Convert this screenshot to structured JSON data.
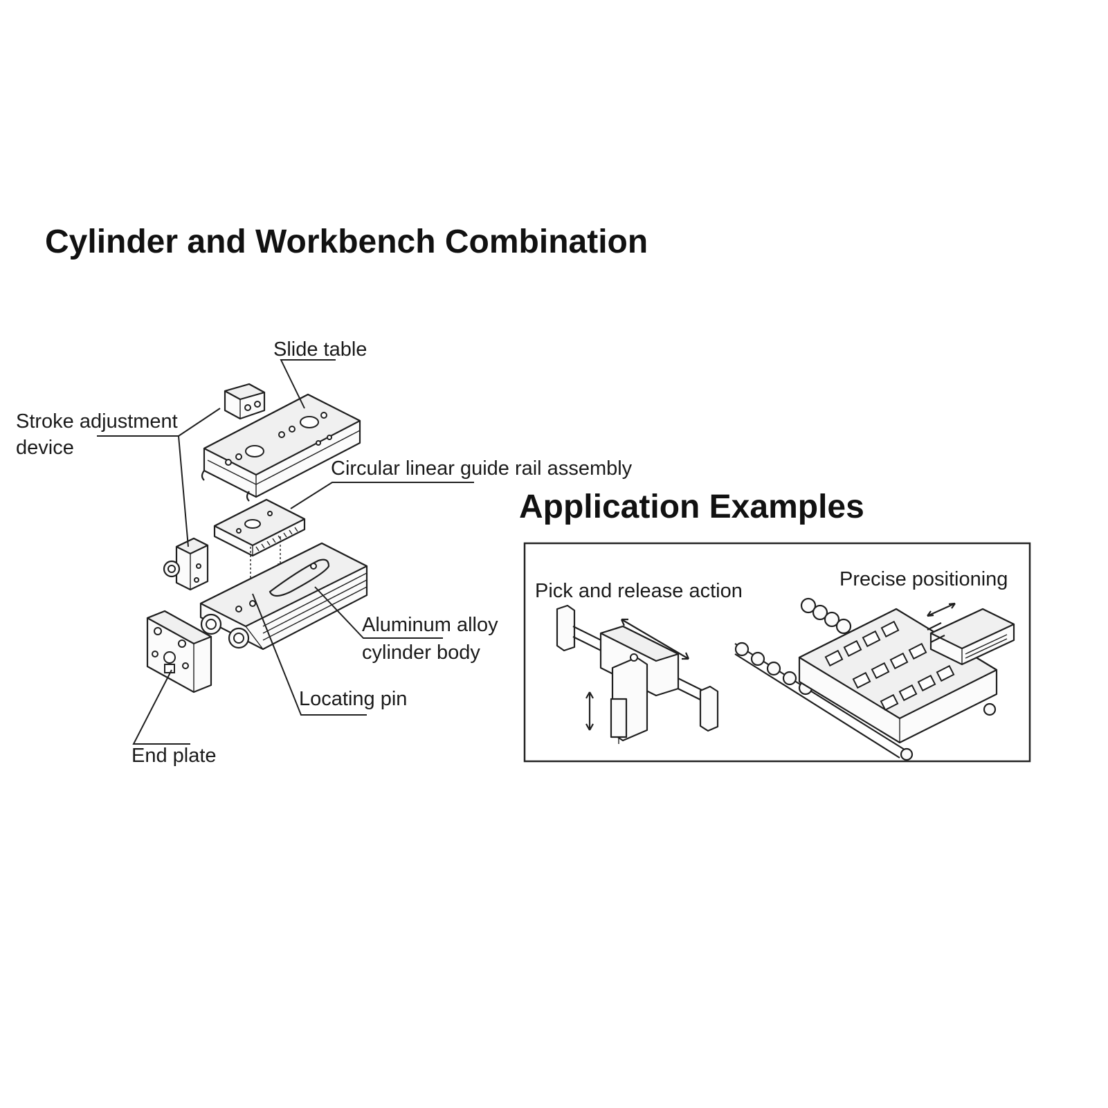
{
  "titles": {
    "main": "Cylinder and Workbench Combination",
    "applications": "Application Examples"
  },
  "parts": {
    "slide_table": "Slide table",
    "stroke_adjustment_line1": "Stroke adjustment",
    "stroke_adjustment_line2": "device",
    "guide_rail": "Circular linear guide rail assembly",
    "cylinder_body_line1": "Aluminum alloy",
    "cylinder_body_line2": "cylinder body",
    "locating_pin": "Locating pin",
    "end_plate": "End plate"
  },
  "applications": {
    "pick_release": "Pick and release action",
    "precise_positioning": "Precise positioning"
  }
}
